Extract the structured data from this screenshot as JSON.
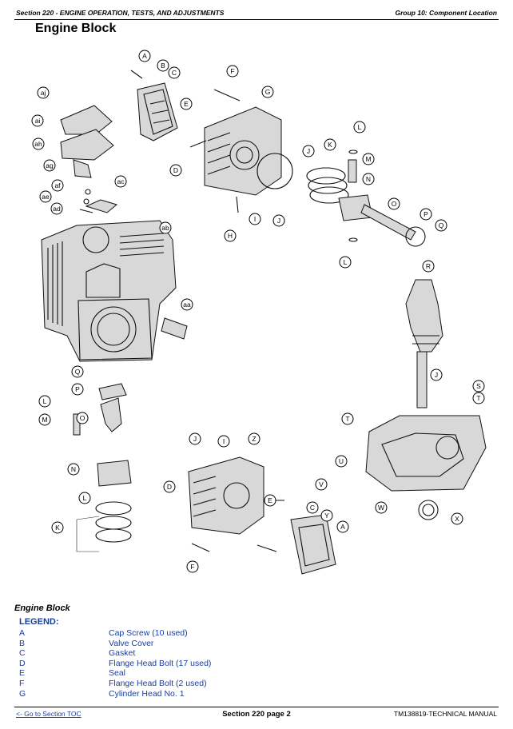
{
  "header": {
    "section": "Section 220 - ENGINE OPERATION, TESTS, AND ADJUSTMENTS",
    "group": "Group 10: Component Location"
  },
  "page_title": "Engine Block",
  "diagram": {
    "callouts": [
      "A",
      "B",
      "C",
      "E",
      "F",
      "G",
      "aj",
      "ai",
      "ah",
      "ag",
      "af",
      "ae",
      "ad",
      "ac",
      "ab",
      "aa",
      "D",
      "J",
      "K",
      "L",
      "M",
      "N",
      "O",
      "P",
      "Q",
      "H",
      "I",
      "J",
      "L",
      "R",
      "Q",
      "P",
      "L",
      "O",
      "M",
      "N",
      "L",
      "K",
      "J",
      "I",
      "Z",
      "D",
      "F",
      "C",
      "Y",
      "A",
      "J",
      "S",
      "T",
      "T",
      "U",
      "V",
      "W",
      "X",
      "E"
    ]
  },
  "caption": "Engine Block",
  "legend": {
    "title": "LEGEND:",
    "items": [
      {
        "key": "A",
        "desc": "Cap Screw (10 used)"
      },
      {
        "key": "B",
        "desc": "Valve Cover"
      },
      {
        "key": "C",
        "desc": "Gasket"
      },
      {
        "key": "D",
        "desc": "Flange Head Bolt (17 used)"
      },
      {
        "key": "E",
        "desc": "Seal"
      },
      {
        "key": "F",
        "desc": "Flange Head Bolt (2 used)"
      },
      {
        "key": "G",
        "desc": "Cylinder Head No. 1"
      }
    ]
  },
  "footer": {
    "toc_link": "<- Go to Section TOC",
    "page": "Section 220 page 2",
    "manual": "TM138819-TECHNICAL MANUAL"
  }
}
